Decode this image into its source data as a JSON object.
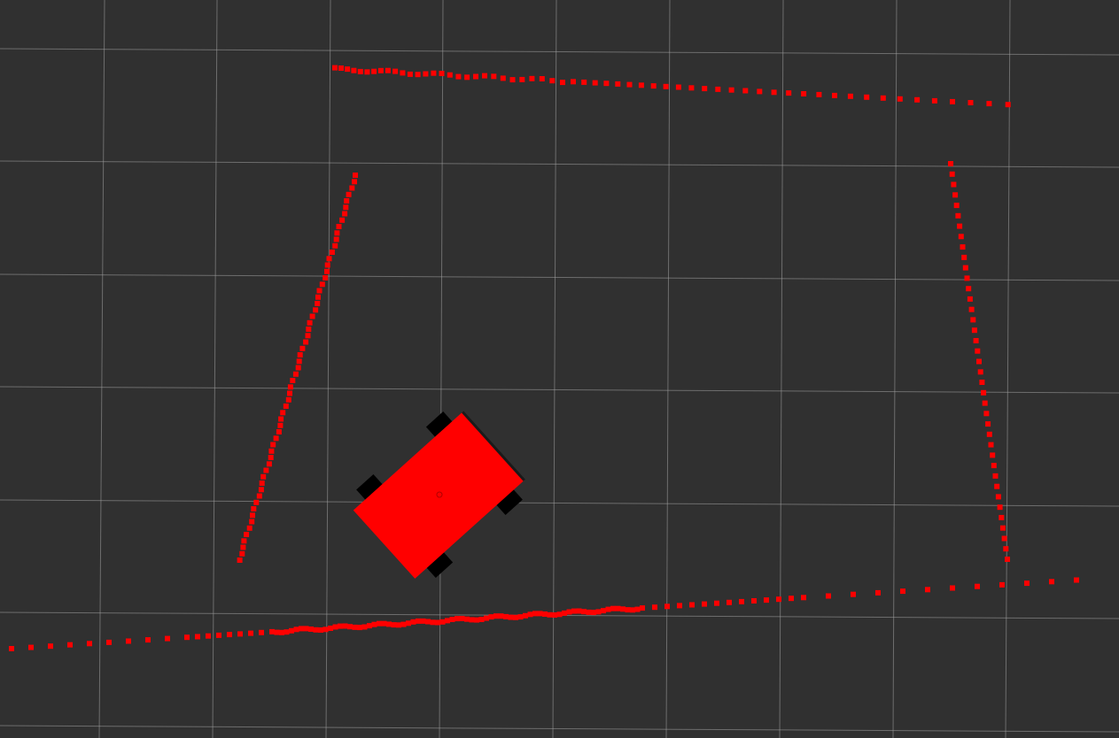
{
  "viewer": {
    "background_color": "#303030",
    "grid_color": "#a0a0a0",
    "laser_scan_color": "#ff0000",
    "robot_body_color": "#ff0000",
    "robot_wheel_color": "#000000"
  },
  "scene": {
    "robot": {
      "icon": "robot-car",
      "heading_deg": -42
    },
    "laser_scan": {
      "segments": [
        "top-wall",
        "left-wall",
        "right-wall",
        "bottom-wall"
      ]
    }
  }
}
